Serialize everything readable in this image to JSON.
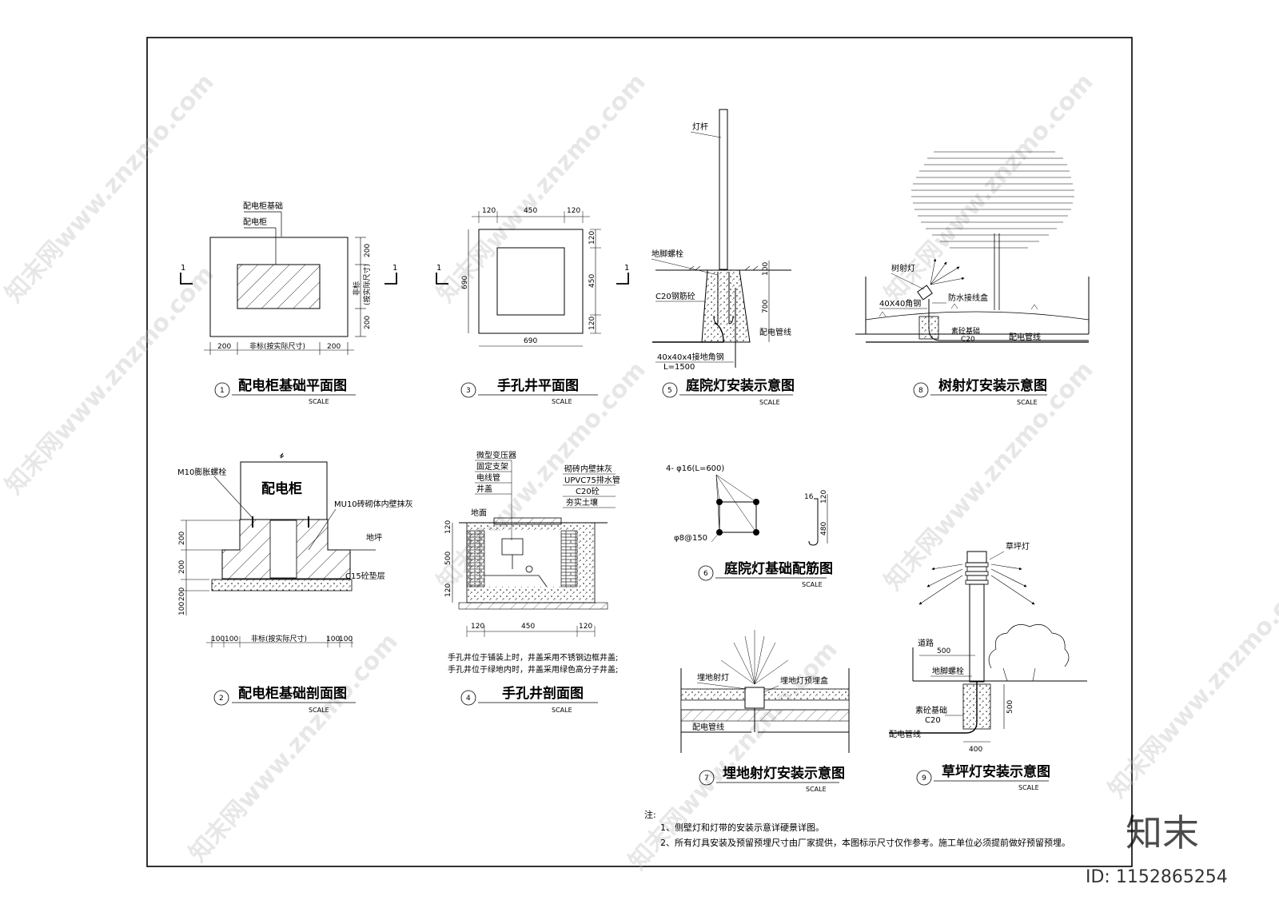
{
  "scale_label": "SCALE",
  "watermark": {
    "site": "知末网www.znzmo.com",
    "logo": "知末",
    "id_text": "ID: 1152865254"
  },
  "details": {
    "d1": {
      "num": "1",
      "title": "配电柜基础平面图",
      "labels": {
        "foundation": "配电柜基础",
        "cabinet": "配电柜",
        "section_mark": "1",
        "nonstd_v": "非标",
        "nonstd_v2": "(按实际尺寸)"
      },
      "dims": {
        "left": "200",
        "mid": "非标(按实际尺寸)",
        "right": "200",
        "top": "200",
        "bottom": "200"
      }
    },
    "d2": {
      "num": "2",
      "title": "配电柜基础剖面图",
      "labels": {
        "bolt": "M10膨胀螺栓",
        "cabinet": "配电柜",
        "wall": "MU10砖砌体内壁抹灰",
        "ground": "地坪",
        "cushion": "C15砼垫层"
      },
      "dims": {
        "v1": "200",
        "v2": "200",
        "v3": "200",
        "v4": "100",
        "h1": "100",
        "h2": "100",
        "mid": "非标(按实际尺寸)",
        "h3": "100",
        "h4": "100"
      }
    },
    "d3": {
      "num": "3",
      "title": "手孔井平面图",
      "dims": {
        "t1": "120",
        "t2": "450",
        "t3": "120",
        "left": "690",
        "r1": "120",
        "r2": "450",
        "r3": "120",
        "bottom": "690"
      },
      "labels": {
        "section_mark": "1"
      }
    },
    "d4": {
      "num": "4",
      "title": "手孔井剖面图",
      "labels": {
        "transformer": "微型变压器",
        "bracket": "固定支架",
        "conduit": "电线管",
        "cover": "井盖",
        "ground": "地面",
        "inner": "砌砖内壁抹灰",
        "drain": "UPVC75排水管",
        "c20": "C20砼",
        "soil": "夯实土壤"
      },
      "dims": {
        "v1": "120",
        "v2": "500",
        "v3": "120",
        "h1": "120",
        "h2": "450",
        "h3": "120"
      },
      "notes": [
        "手孔井位于铺装上时，井盖采用不锈钢边框井盖;",
        "手孔井位于绿地内时，井盖采用绿色高分子井盖;"
      ]
    },
    "d5": {
      "num": "5",
      "title": "庭院灯安装示意图",
      "labels": {
        "pole": "灯杆",
        "anchor": "地脚螺栓",
        "concrete": "C20钢筋砼",
        "pipe": "配电管线",
        "angle": "40x40x4接地角钢",
        "length": "L=1500"
      },
      "dims": {
        "v1": "100",
        "v2": "700"
      }
    },
    "d6": {
      "num": "6",
      "title": "庭院灯基础配筋图",
      "labels": {
        "rebar": "4- φ16(L=600)",
        "stirrup": "φ8@150",
        "hook": "16",
        "hook2": "120",
        "len": "480"
      }
    },
    "d7": {
      "num": "7",
      "title": "埋地射灯安装示意图",
      "labels": {
        "lamp": "埋地射灯",
        "box": "埋地灯预埋盒",
        "pipe": "配电管线"
      }
    },
    "d8": {
      "num": "8",
      "title": "树射灯安装示意图",
      "labels": {
        "lamp": "树射灯",
        "angle": "40X40角钢",
        "box": "防水接线盒",
        "base": "素砼基础",
        "c20": "C20",
        "pipe": "配电管线"
      }
    },
    "d9": {
      "num": "9",
      "title": "草坪灯安装示意图",
      "labels": {
        "lamp": "草坪灯",
        "road": "道路",
        "anchor": "地脚螺栓",
        "base": "素砼基础",
        "c20": "C20",
        "pipe": "配电管线"
      },
      "dims": {
        "top": "500",
        "v": "500",
        "bottom": "400"
      }
    }
  },
  "notes": {
    "head": "注:",
    "items": [
      "1、侧壁灯和灯带的安装示意详硬景详图。",
      "2、所有灯具安装及预留预埋尺寸由厂家提供，本图标示尺寸仅作参考。施工单位必须提前做好预留预埋。"
    ]
  }
}
